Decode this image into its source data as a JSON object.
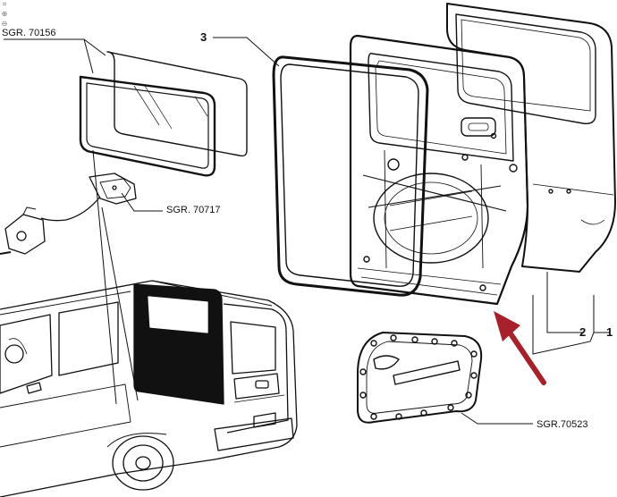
{
  "labels": {
    "sgr_70156": "SGR. 70156",
    "sgr_70717": "SGR. 70717",
    "sgr_70523": "SGR.70523",
    "callout_1": "1",
    "callout_2": "2",
    "callout_3": "3"
  },
  "icons": {
    "fit": "fit-icon",
    "zoom_in": "zoom-in-icon",
    "zoom_out": "zoom-out-icon"
  },
  "colors": {
    "line": "#111111",
    "arrow": "#a8202a",
    "door_opening_fill": "#111111"
  }
}
